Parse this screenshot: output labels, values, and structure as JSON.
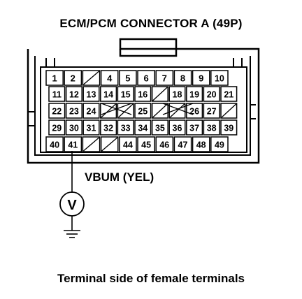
{
  "title": "ECM/PCM CONNECTOR A (49P)",
  "caption": "Terminal side of female terminals",
  "wire_label": "VBUM (YEL)",
  "meter_symbol": "V",
  "connector": {
    "rows": [
      [
        "1",
        "2",
        "",
        "4",
        "5",
        "6",
        "7",
        "8",
        "9",
        "10"
      ],
      [
        "11",
        "12",
        "13",
        "14",
        "15",
        "16",
        "",
        "18",
        "19",
        "20",
        "21"
      ],
      [
        "22",
        "23",
        "24",
        "",
        "",
        "25",
        "",
        "",
        "26",
        "27",
        ""
      ],
      [
        "29",
        "30",
        "31",
        "32",
        "33",
        "34",
        "35",
        "36",
        "37",
        "38",
        "39"
      ],
      [
        "40",
        "41",
        "",
        "",
        "44",
        "45",
        "46",
        "47",
        "48",
        "49"
      ]
    ]
  },
  "icons": [
    "voltmeter-icon",
    "ground-icon"
  ]
}
